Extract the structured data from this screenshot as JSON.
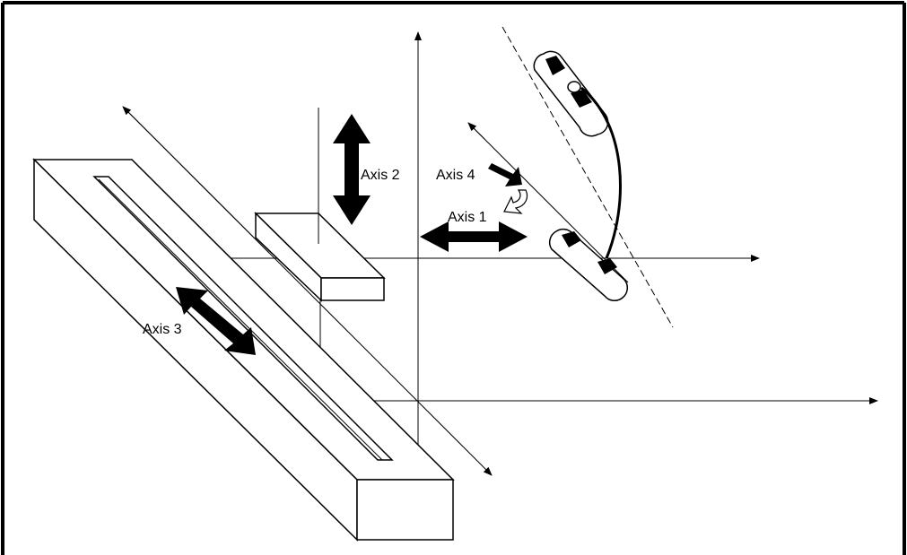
{
  "diagram": {
    "axes": [
      {
        "id": "axis1",
        "label": "Axis 1"
      },
      {
        "id": "axis2",
        "label": "Axis 2"
      },
      {
        "id": "axis3",
        "label": "Axis 3"
      },
      {
        "id": "axis4",
        "label": "Axis 4"
      }
    ],
    "colors": {
      "line": "#000000",
      "background": "#ffffff"
    }
  }
}
